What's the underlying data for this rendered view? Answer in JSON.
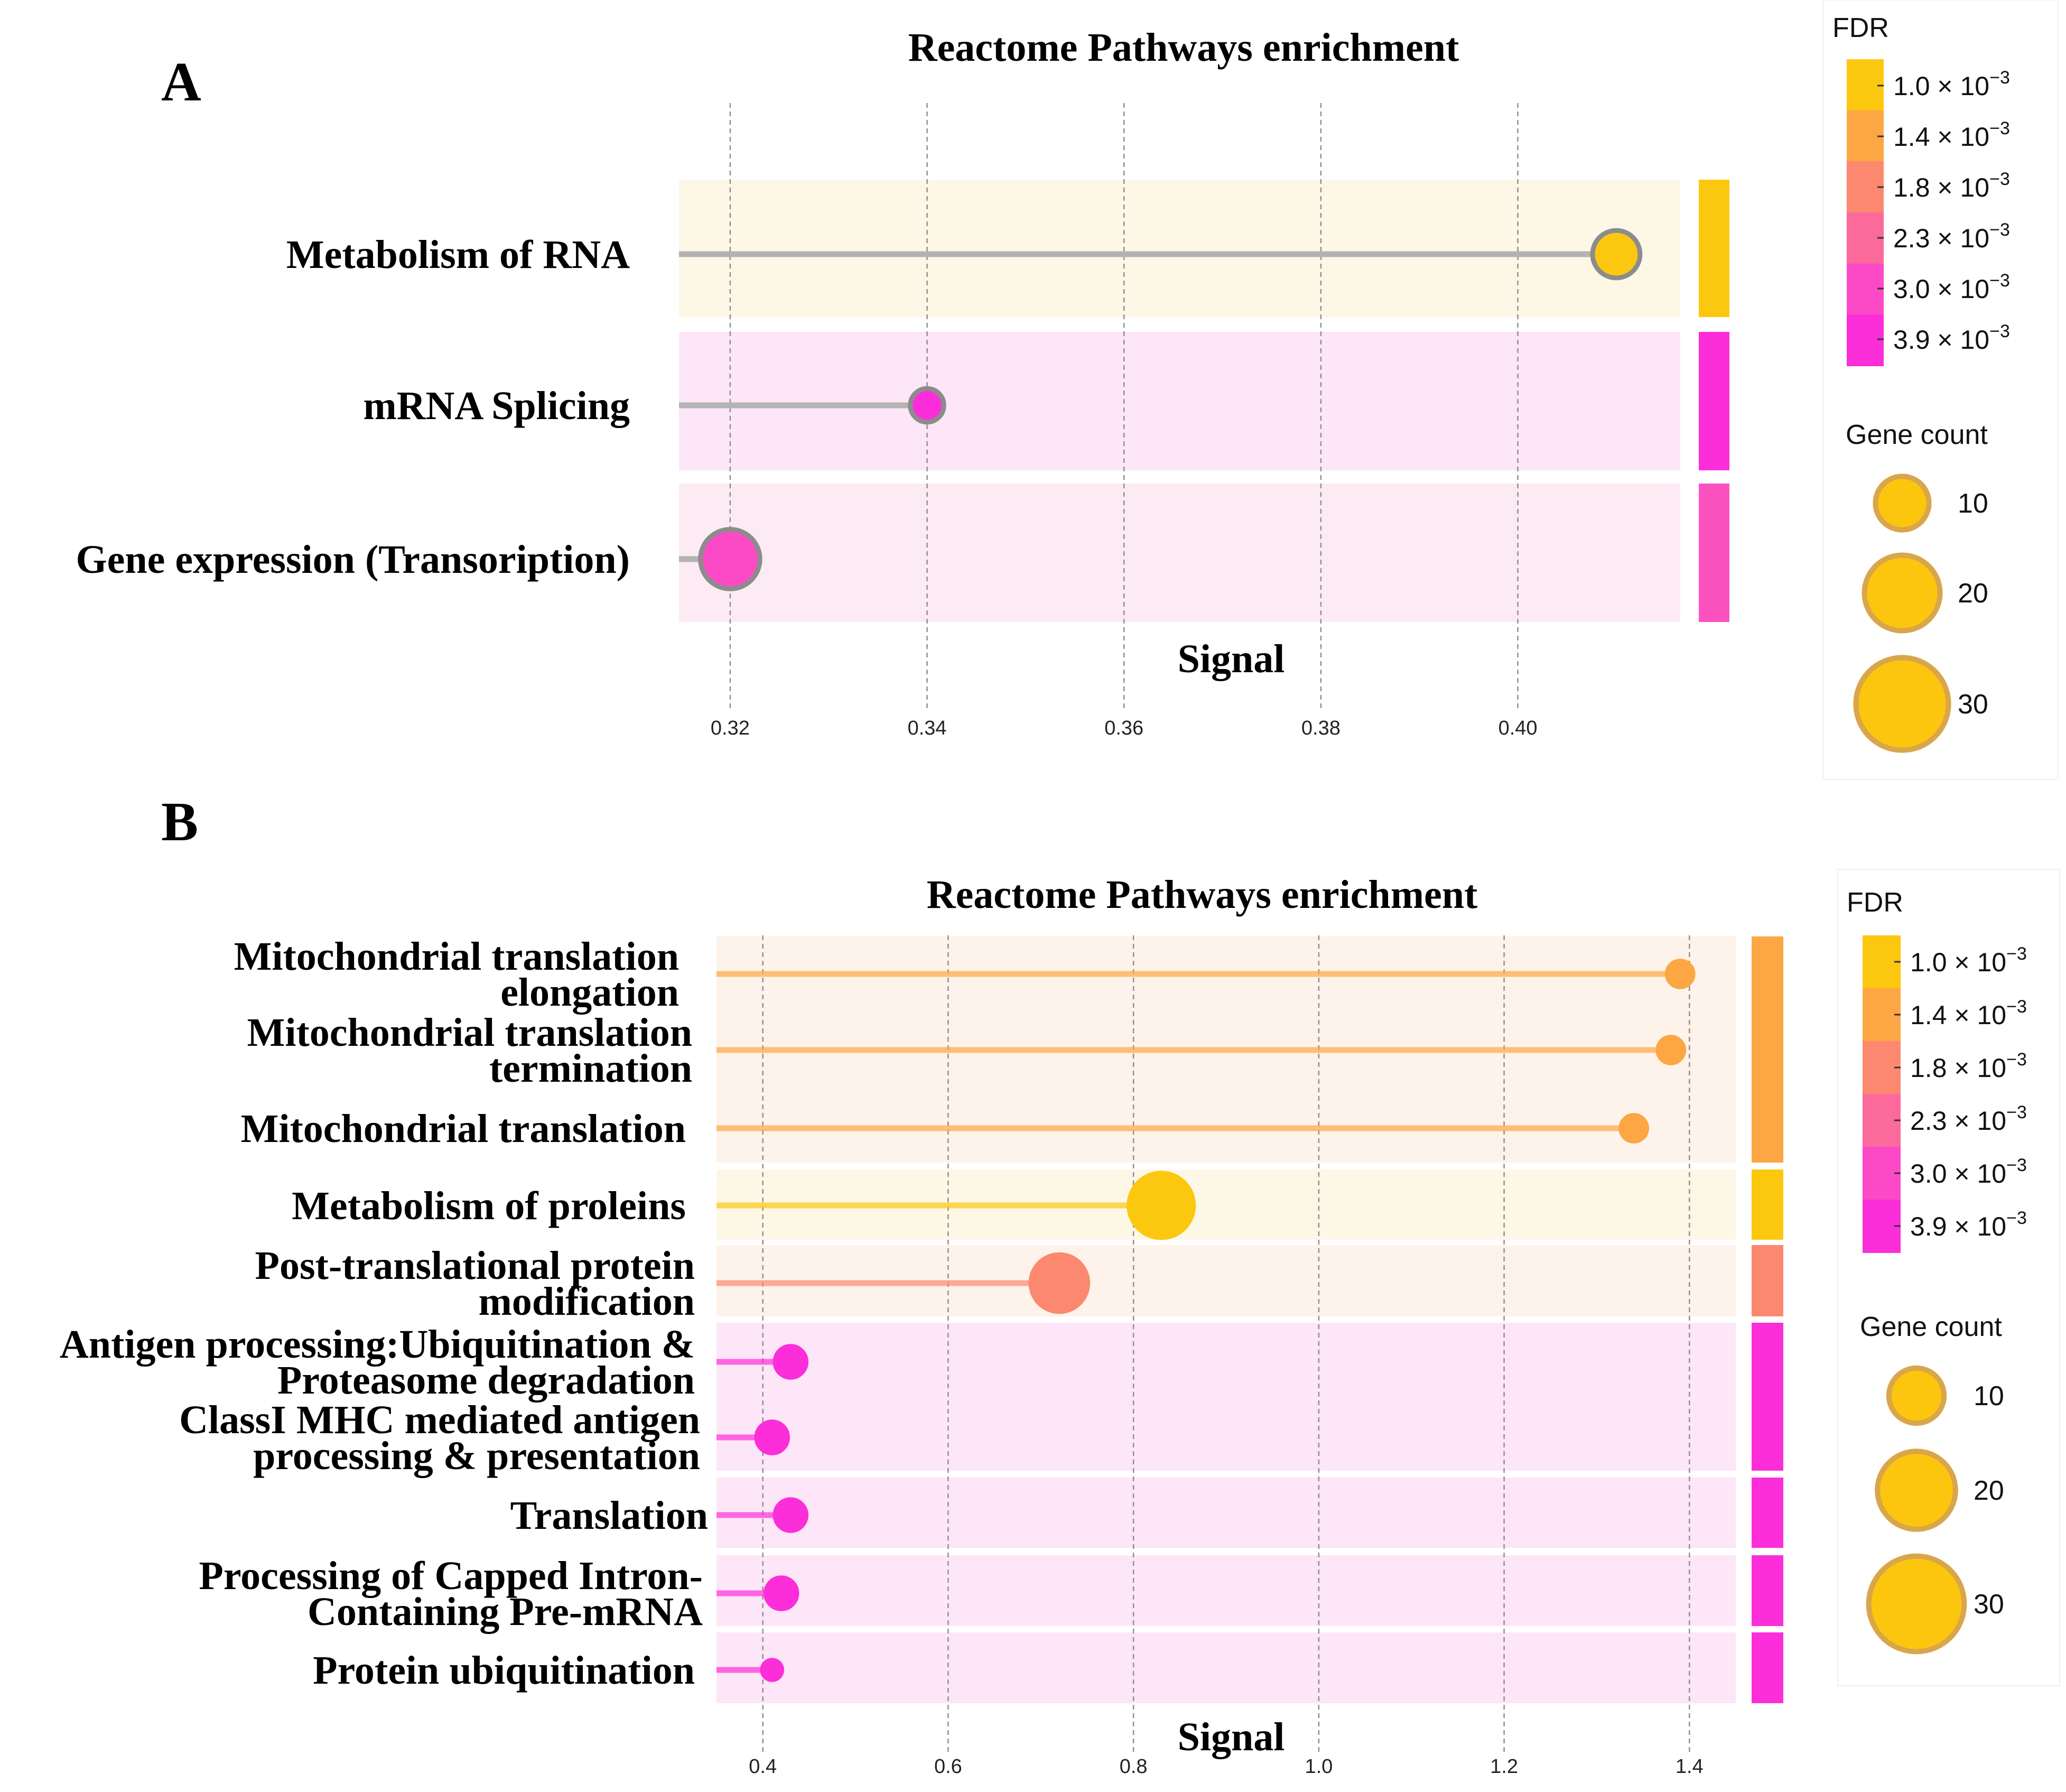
{
  "panels": [
    {
      "letter": "A",
      "title": "Reactome Pathways enrichment",
      "xlabel": "Signal",
      "ticks": [
        "0.32",
        "0.34",
        "0.36",
        "0.38",
        "0.40"
      ],
      "legend": {
        "fdr_title": "FDR",
        "fdr_labels": [
          {
            "mant": "1.0 × 10",
            "exp": "−3"
          },
          {
            "mant": "1.4 × 10",
            "exp": "−3"
          },
          {
            "mant": "1.8 × 10",
            "exp": "−3"
          },
          {
            "mant": "2.3 × 10",
            "exp": "−3"
          },
          {
            "mant": "3.0 × 10",
            "exp": "−3"
          },
          {
            "mant": "3.9 × 10",
            "exp": "−3"
          }
        ],
        "count_title": "Gene count",
        "count_labels": [
          "10",
          "20",
          "30"
        ]
      }
    },
    {
      "letter": "B",
      "title": "Reactome Pathways enrichment",
      "xlabel": "Signal",
      "ticks": [
        "0.4",
        "0.6",
        "0.8",
        "1.0",
        "1.2",
        "1.4"
      ],
      "legend": {
        "fdr_title": "FDR",
        "fdr_labels": [
          {
            "mant": "1.0 × 10",
            "exp": "−3"
          },
          {
            "mant": "1.4 × 10",
            "exp": "−3"
          },
          {
            "mant": "1.8 × 10",
            "exp": "−3"
          },
          {
            "mant": "2.3 × 10",
            "exp": "−3"
          },
          {
            "mant": "3.0 × 10",
            "exp": "−3"
          },
          {
            "mant": "3.9 × 10",
            "exp": "−3"
          }
        ],
        "count_title": "Gene count",
        "count_labels": [
          "10",
          "20",
          "30"
        ]
      }
    }
  ],
  "colors": {
    "fdr_scale": [
      "#fcc80f",
      "#fca744",
      "#fc8870",
      "#fc6a9c",
      "#fc4ac6",
      "#fc2ed9"
    ],
    "row_yellow": "#fdf7e6",
    "row_orange": "#fdf3ea",
    "row_pink": "#fde6f8",
    "row_rose": "#fdebf4",
    "grid": "#909090",
    "stem_gray": "#b3b3b3",
    "dot_outline": "#8c8c8c",
    "count_fill": "#fcc60e",
    "count_outline": "#d9a64a"
  },
  "chart_data": [
    {
      "type": "lollipop",
      "panel": "A",
      "title": "Reactome Pathways enrichment",
      "xlabel": "Signal",
      "ylabel": "",
      "xlim": [
        0.3148,
        0.4165
      ],
      "grid": true,
      "legend_position": "right",
      "size_legend": [
        10,
        20,
        30
      ],
      "color_legend_fdr": [
        0.001,
        0.0014,
        0.0018,
        0.0023,
        0.003,
        0.0039
      ],
      "points": [
        {
          "label": "Metabolism of RNA",
          "signal": 0.41,
          "fdr": 0.001,
          "gene_count": 14
        },
        {
          "label": "mRNA Splicing",
          "signal": 0.34,
          "fdr": 0.0039,
          "gene_count": 7
        },
        {
          "label": "Gene expression (Transoription)",
          "signal": 0.32,
          "fdr": 0.0034,
          "gene_count": 22
        }
      ]
    },
    {
      "type": "lollipop",
      "panel": "B",
      "title": "Reactome Pathways enrichment",
      "xlabel": "Signal",
      "ylabel": "",
      "xlim": [
        0.35,
        1.45
      ],
      "grid": true,
      "legend_position": "right",
      "size_legend": [
        10,
        20,
        30
      ],
      "color_legend_fdr": [
        0.001,
        0.0014,
        0.0018,
        0.0023,
        0.003,
        0.0039
      ],
      "points": [
        {
          "label": "Mitochondrial translation elongation",
          "signal": 1.39,
          "fdr": 0.0014,
          "gene_count": 5
        },
        {
          "label": "Mitochondrial translation termination",
          "signal": 1.38,
          "fdr": 0.0014,
          "gene_count": 5
        },
        {
          "label": "Mitochondrial translation",
          "signal": 1.34,
          "fdr": 0.0014,
          "gene_count": 5
        },
        {
          "label": "Metabolism of proleins",
          "signal": 0.83,
          "fdr": 0.001,
          "gene_count": 28
        },
        {
          "label": "Post-translational protein modification",
          "signal": 0.72,
          "fdr": 0.0018,
          "gene_count": 22
        },
        {
          "label": "Antigen processing:Ubiquitination & Proteasome degradation",
          "signal": 0.43,
          "fdr": 0.0039,
          "gene_count": 7
        },
        {
          "label": "ClassI MHC mediated antigen processing & presentation",
          "signal": 0.41,
          "fdr": 0.0039,
          "gene_count": 7
        },
        {
          "label": "Translation",
          "signal": 0.43,
          "fdr": 0.0039,
          "gene_count": 7
        },
        {
          "label": "Processing of Capped Intron-Containing Pre-mRNA",
          "signal": 0.42,
          "fdr": 0.0039,
          "gene_count": 7
        },
        {
          "label": "Protein ubiquitination",
          "signal": 0.41,
          "fdr": 0.0039,
          "gene_count": 3
        }
      ]
    }
  ],
  "row_labels": {
    "A": [
      [
        "Metabolism of RNA"
      ],
      [
        "mRNA Splicing"
      ],
      [
        "Gene expression (Transoription)"
      ]
    ],
    "B": [
      [
        "Mitochondrial translation",
        "elongation"
      ],
      [
        "Mitochondrial translation",
        "termination"
      ],
      [
        "Mitochondrial translation"
      ],
      [
        "Metabolism of proleins"
      ],
      [
        "Post-translational protein",
        "modification"
      ],
      [
        "Antigen processing:Ubiquitination &",
        "Proteasome degradation"
      ],
      [
        "ClassI MHC mediated antigen",
        "processing & presentation"
      ],
      [
        "Translation"
      ],
      [
        "Processing of Capped Intron-",
        "Containing Pre-mRNA"
      ],
      [
        "Protein ubiquitination"
      ]
    ]
  }
}
